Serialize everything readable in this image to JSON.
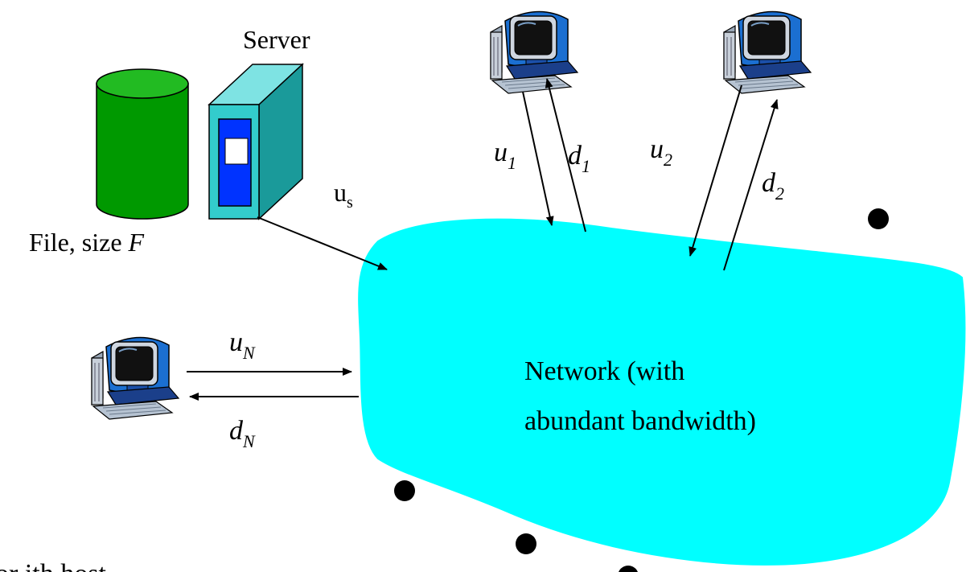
{
  "colors": {
    "cloud": "#00ffff",
    "disk": "#009900",
    "server_body": "#33cccc",
    "server_panel": "#0033ff",
    "arrow": "#000000"
  },
  "labels": {
    "server": "Server",
    "file": "File, size ",
    "file_var": "F",
    "us_main": "u",
    "us_sub": "s",
    "u1_main": "u",
    "u1_sub": "1",
    "d1_main": "d",
    "d1_sub": "1",
    "u2_main": "u",
    "u2_sub": "2",
    "d2_main": "d",
    "d2_sub": "2",
    "uN_main": "u",
    "uN_sub": "N",
    "dN_main": "d",
    "dN_sub": "N",
    "network_line1": "Network (with",
    "network_line2": "abundant bandwidth)",
    "footer_fragment": "or ith host"
  },
  "icons": [
    "database-icon",
    "server-icon",
    "computer-icon"
  ]
}
